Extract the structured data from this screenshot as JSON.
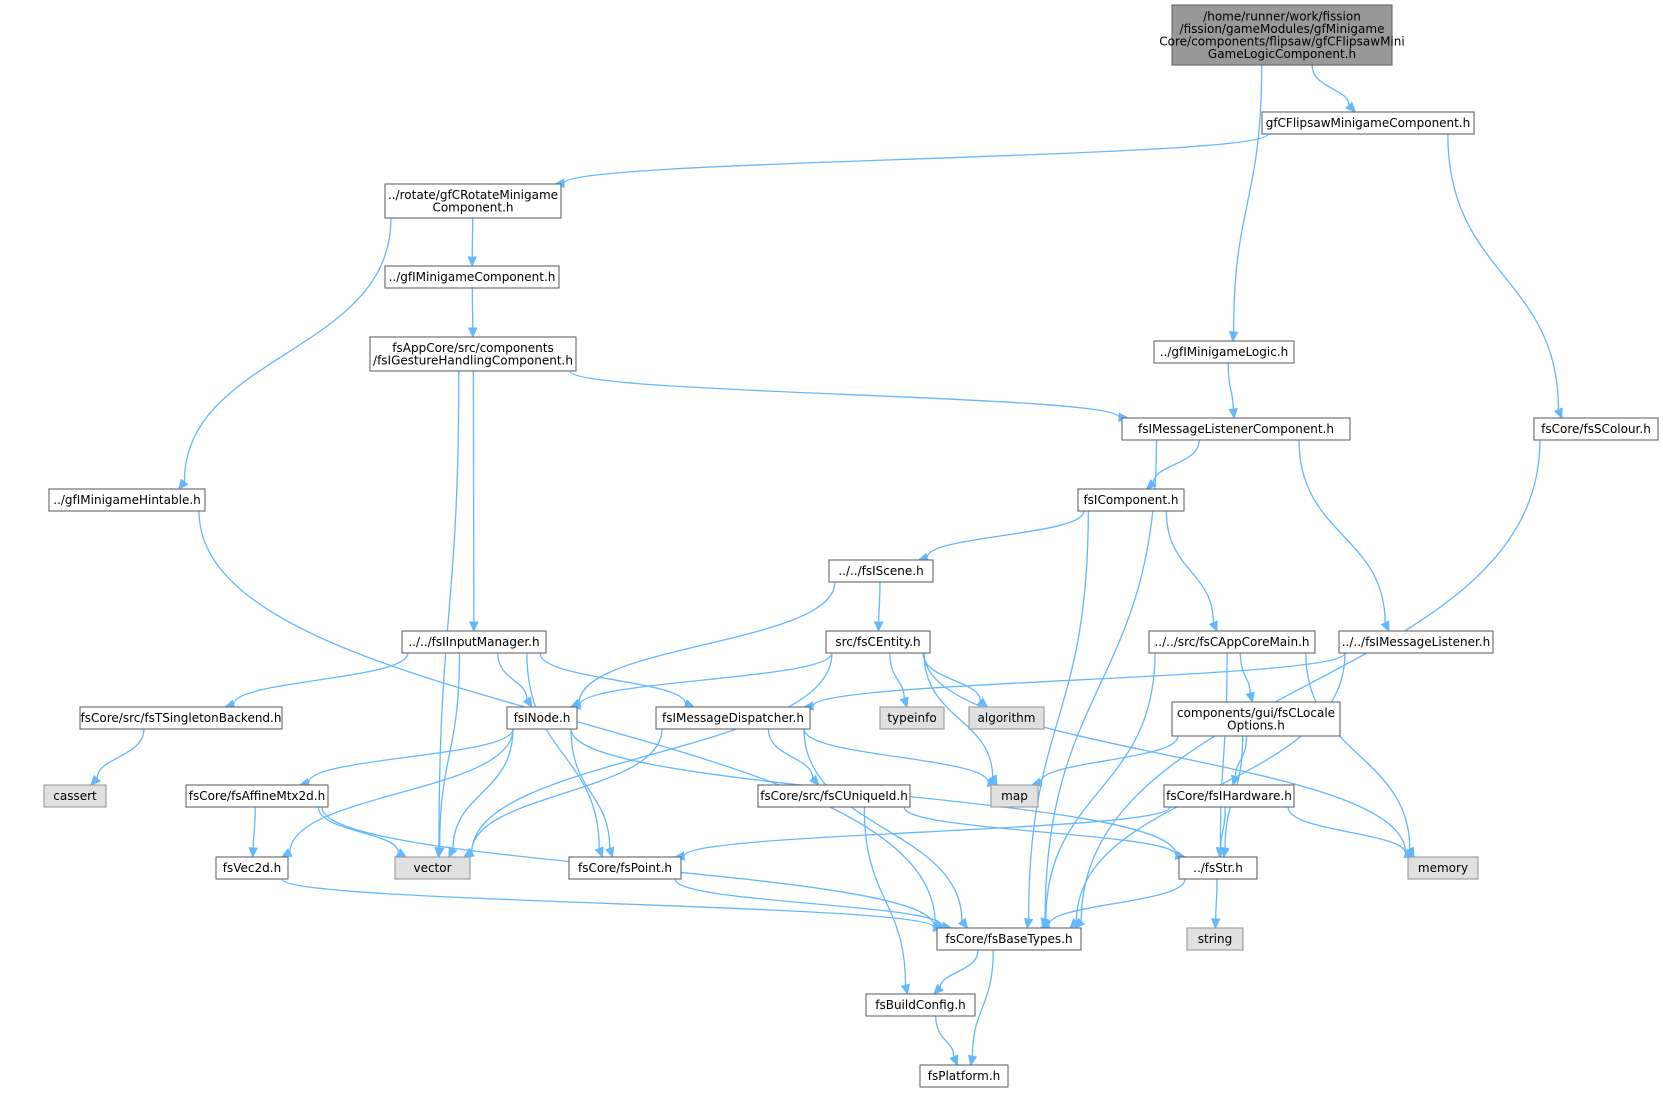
{
  "graph": {
    "colors": {
      "edge": "#63b8ff",
      "node_border": "#666666",
      "root_fill": "#999999",
      "system_fill": "#e0e0e0",
      "file_fill": "#ffffff"
    },
    "nodes": [
      {
        "id": "root",
        "kind": "root",
        "lines": [
          "/home/runner/work/fission",
          "/fission/gameModules/gfMinigame",
          "Core/components/flipsaw/gfCFlipsawMini",
          "GameLogicComponent.h"
        ]
      },
      {
        "id": "flipsaw",
        "kind": "file",
        "lines": [
          "gfCFlipsawMinigameComponent.h"
        ]
      },
      {
        "id": "rotate",
        "kind": "file",
        "lines": [
          "../rotate/gfCRotateMinigame",
          "Component.h"
        ]
      },
      {
        "id": "gfIMinigameComponent",
        "kind": "file",
        "lines": [
          "../gfIMinigameComponent.h"
        ]
      },
      {
        "id": "gesture",
        "kind": "file",
        "lines": [
          "fsAppCore/src/components",
          "/fsIGestureHandlingComponent.h"
        ]
      },
      {
        "id": "gfIMinigameLogic",
        "kind": "file",
        "lines": [
          "../gfIMinigameLogic.h"
        ]
      },
      {
        "id": "fsSColour",
        "kind": "file",
        "lines": [
          "fsCore/fsSColour.h"
        ]
      },
      {
        "id": "msgListenerComp",
        "kind": "file",
        "lines": [
          "fsIMessageListenerComponent.h"
        ]
      },
      {
        "id": "hintable",
        "kind": "file",
        "lines": [
          "../gfIMinigameHintable.h"
        ]
      },
      {
        "id": "fsIComponent",
        "kind": "file",
        "lines": [
          "fsIComponent.h"
        ]
      },
      {
        "id": "fsIScene",
        "kind": "file",
        "lines": [
          "../../fsIScene.h"
        ]
      },
      {
        "id": "inputManager",
        "kind": "file",
        "lines": [
          "../../fsIInputManager.h"
        ]
      },
      {
        "id": "fsCEntity",
        "kind": "file",
        "lines": [
          "src/fsCEntity.h"
        ]
      },
      {
        "id": "appCoreMain",
        "kind": "file",
        "lines": [
          "../../src/fsCAppCoreMain.h"
        ]
      },
      {
        "id": "msgListener",
        "kind": "file",
        "lines": [
          "../../fsIMessageListener.h"
        ]
      },
      {
        "id": "singleton",
        "kind": "file",
        "lines": [
          "fsCore/src/fsTSingletonBackend.h"
        ]
      },
      {
        "id": "fsINode",
        "kind": "file",
        "lines": [
          "fsINode.h"
        ]
      },
      {
        "id": "msgDispatcher",
        "kind": "file",
        "lines": [
          "fsIMessageDispatcher.h"
        ]
      },
      {
        "id": "typeinfo",
        "kind": "sys",
        "lines": [
          "typeinfo"
        ]
      },
      {
        "id": "algorithm",
        "kind": "sys",
        "lines": [
          "algorithm"
        ]
      },
      {
        "id": "localeOptions",
        "kind": "file",
        "lines": [
          "components/gui/fsCLocale",
          "Options.h"
        ]
      },
      {
        "id": "cassert",
        "kind": "sys",
        "lines": [
          "cassert"
        ]
      },
      {
        "id": "affine",
        "kind": "file",
        "lines": [
          "fsCore/fsAffineMtx2d.h"
        ]
      },
      {
        "id": "uniqueId",
        "kind": "file",
        "lines": [
          "fsCore/src/fsCUniqueId.h"
        ]
      },
      {
        "id": "map",
        "kind": "sys",
        "lines": [
          "map"
        ]
      },
      {
        "id": "hardware",
        "kind": "file",
        "lines": [
          "fsCore/fsIHardware.h"
        ]
      },
      {
        "id": "vec2d",
        "kind": "file",
        "lines": [
          "fsVec2d.h"
        ]
      },
      {
        "id": "vector",
        "kind": "sys",
        "lines": [
          "vector"
        ]
      },
      {
        "id": "point",
        "kind": "file",
        "lines": [
          "fsCore/fsPoint.h"
        ]
      },
      {
        "id": "fsStr",
        "kind": "file",
        "lines": [
          "../fsStr.h"
        ]
      },
      {
        "id": "memory",
        "kind": "sys",
        "lines": [
          "memory"
        ]
      },
      {
        "id": "baseTypes",
        "kind": "file",
        "lines": [
          "fsCore/fsBaseTypes.h"
        ]
      },
      {
        "id": "string",
        "kind": "sys",
        "lines": [
          "string"
        ]
      },
      {
        "id": "buildConfig",
        "kind": "file",
        "lines": [
          "fsBuildConfig.h"
        ]
      },
      {
        "id": "platform",
        "kind": "file",
        "lines": [
          "fsPlatform.h"
        ]
      }
    ],
    "edges": [
      [
        "root",
        "flipsaw"
      ],
      [
        "root",
        "gfIMinigameLogic"
      ],
      [
        "flipsaw",
        "rotate"
      ],
      [
        "flipsaw",
        "fsSColour"
      ],
      [
        "rotate",
        "gfIMinigameComponent"
      ],
      [
        "rotate",
        "hintable"
      ],
      [
        "gfIMinigameComponent",
        "gesture"
      ],
      [
        "gesture",
        "msgListenerComp"
      ],
      [
        "gesture",
        "inputManager"
      ],
      [
        "gesture",
        "vector"
      ],
      [
        "gfIMinigameLogic",
        "msgListenerComp"
      ],
      [
        "fsSColour",
        "baseTypes"
      ],
      [
        "msgListenerComp",
        "fsIComponent"
      ],
      [
        "msgListenerComp",
        "msgListener"
      ],
      [
        "msgListenerComp",
        "baseTypes"
      ],
      [
        "hintable",
        "baseTypes"
      ],
      [
        "fsIComponent",
        "fsIScene"
      ],
      [
        "fsIComponent",
        "appCoreMain"
      ],
      [
        "fsIComponent",
        "baseTypes"
      ],
      [
        "fsIScene",
        "fsCEntity"
      ],
      [
        "fsIScene",
        "fsINode"
      ],
      [
        "inputManager",
        "singleton"
      ],
      [
        "inputManager",
        "fsINode"
      ],
      [
        "inputManager",
        "msgDispatcher"
      ],
      [
        "inputManager",
        "vector"
      ],
      [
        "inputManager",
        "point"
      ],
      [
        "fsCEntity",
        "fsINode"
      ],
      [
        "fsCEntity",
        "typeinfo"
      ],
      [
        "fsCEntity",
        "algorithm"
      ],
      [
        "fsCEntity",
        "map"
      ],
      [
        "fsCEntity",
        "vector"
      ],
      [
        "fsCEntity",
        "memory"
      ],
      [
        "appCoreMain",
        "localeOptions"
      ],
      [
        "appCoreMain",
        "fsStr"
      ],
      [
        "appCoreMain",
        "memory"
      ],
      [
        "appCoreMain",
        "baseTypes"
      ],
      [
        "msgListener",
        "msgDispatcher"
      ],
      [
        "msgListener",
        "baseTypes"
      ],
      [
        "singleton",
        "cassert"
      ],
      [
        "fsINode",
        "affine"
      ],
      [
        "fsINode",
        "vec2d"
      ],
      [
        "fsINode",
        "vector"
      ],
      [
        "fsINode",
        "point"
      ],
      [
        "fsINode",
        "fsStr"
      ],
      [
        "msgDispatcher",
        "uniqueId"
      ],
      [
        "msgDispatcher",
        "map"
      ],
      [
        "msgDispatcher",
        "vector"
      ],
      [
        "msgDispatcher",
        "baseTypes"
      ],
      [
        "localeOptions",
        "hardware"
      ],
      [
        "localeOptions",
        "map"
      ],
      [
        "localeOptions",
        "fsStr"
      ],
      [
        "affine",
        "vec2d"
      ],
      [
        "affine",
        "vector"
      ],
      [
        "affine",
        "baseTypes"
      ],
      [
        "uniqueId",
        "fsStr"
      ],
      [
        "uniqueId",
        "buildConfig"
      ],
      [
        "hardware",
        "fsStr"
      ],
      [
        "hardware",
        "point"
      ],
      [
        "hardware",
        "memory"
      ],
      [
        "vec2d",
        "baseTypes"
      ],
      [
        "point",
        "baseTypes"
      ],
      [
        "fsStr",
        "string"
      ],
      [
        "fsStr",
        "baseTypes"
      ],
      [
        "baseTypes",
        "buildConfig"
      ],
      [
        "baseTypes",
        "platform"
      ],
      [
        "buildConfig",
        "platform"
      ]
    ]
  }
}
